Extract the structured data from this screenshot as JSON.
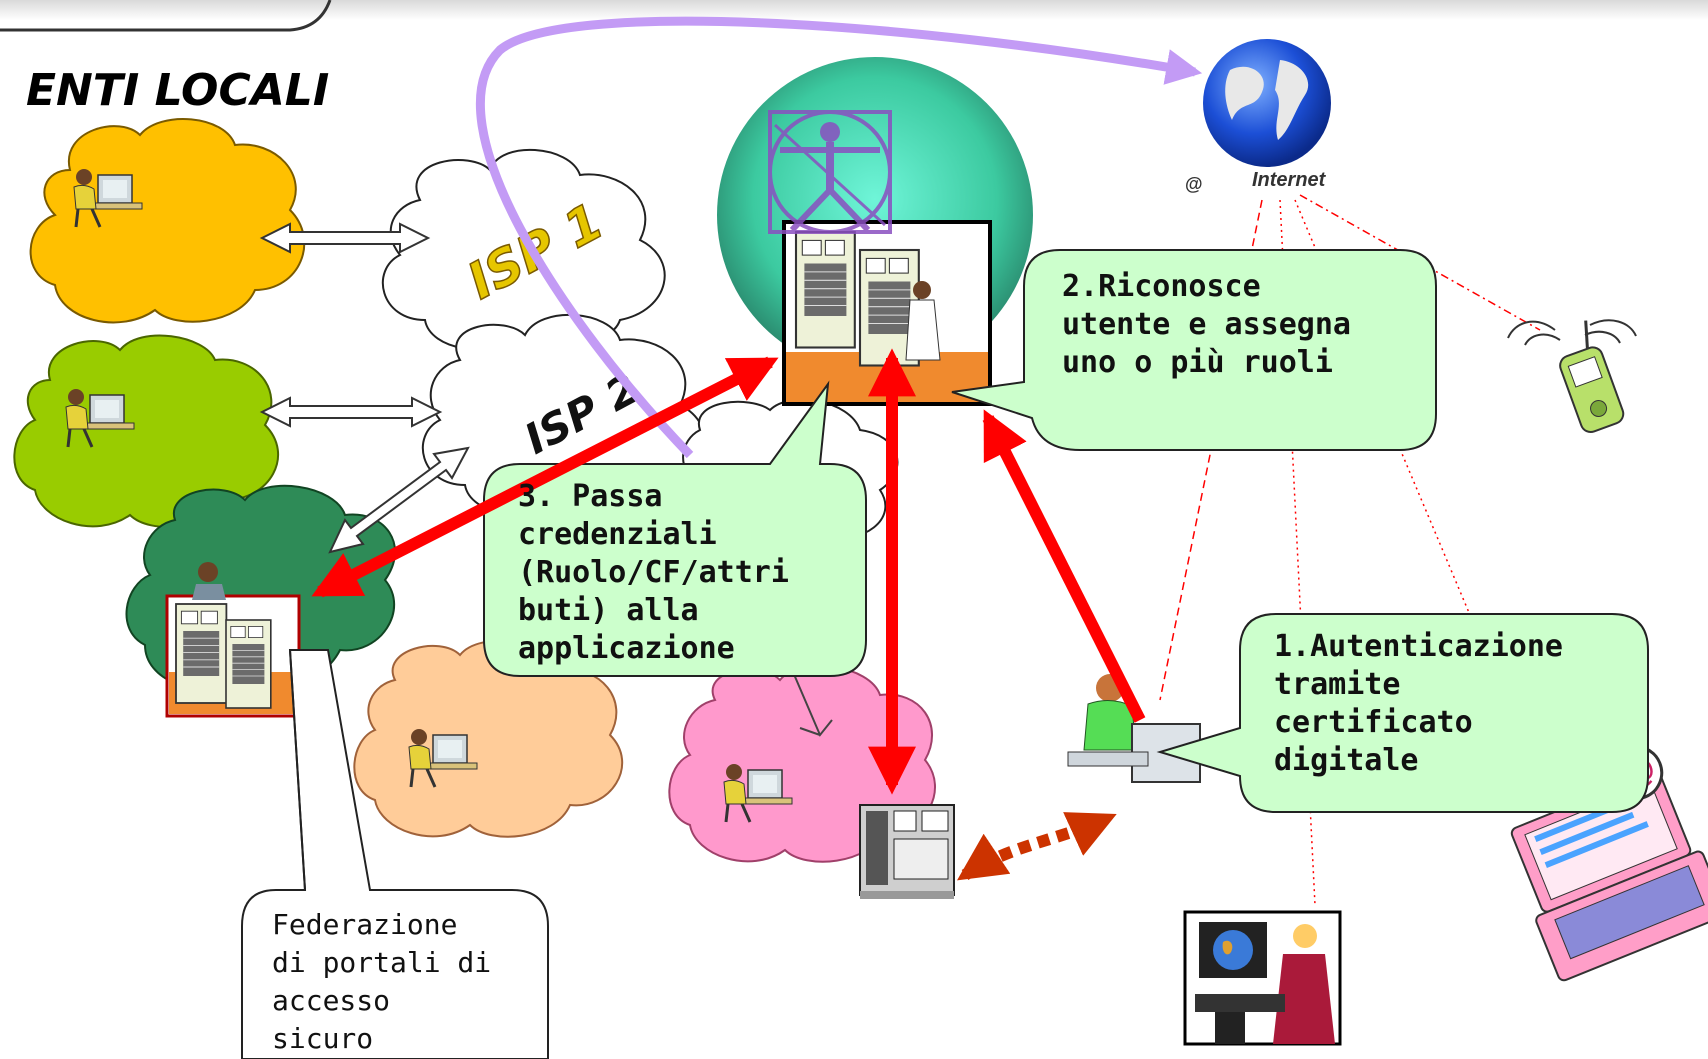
{
  "heading": "ENTI LOCALI",
  "isp1_label": "ISP 1",
  "isp2_label": "ISP 2",
  "internet": {
    "label": "Internet",
    "at_symbol": "@"
  },
  "callouts": {
    "recognize": "2.Riconosce\nutente e assegna\nuno o più ruoli",
    "pass_credentials": "3. Passa\ncredenziali\n(Ruolo/CF/attri\nbuti) alla\napplicazione",
    "authentication": "1.Autenticazione\ntramite\ncertificato\ndigitale",
    "federation": "Federazione\ndi portali di\naccesso\nsicuro"
  },
  "icons": [
    "clipart-orange-cloud-user",
    "clipart-green-cloud-user",
    "clipart-darkgreen-cloud-server",
    "clipart-peach-cloud-user",
    "clipart-pink-cloud-user",
    "clipart-central-server",
    "clipart-vitruvian-man",
    "clipart-globe",
    "clipart-mobile-phone",
    "clipart-laptop-email",
    "clipart-desktop-user",
    "clipart-operator-workstation",
    "clipart-server-box"
  ],
  "colors": {
    "red_arrow": "#ff0000",
    "purple_arrow": "#c39bf5",
    "callout_fill": "#ccffcc",
    "cloud_orange": "#ffc000",
    "cloud_green": "#99cc00",
    "cloud_darkgreen": "#2e8b57",
    "cloud_peach": "#ffcc99",
    "cloud_pink": "#ff99cc"
  }
}
